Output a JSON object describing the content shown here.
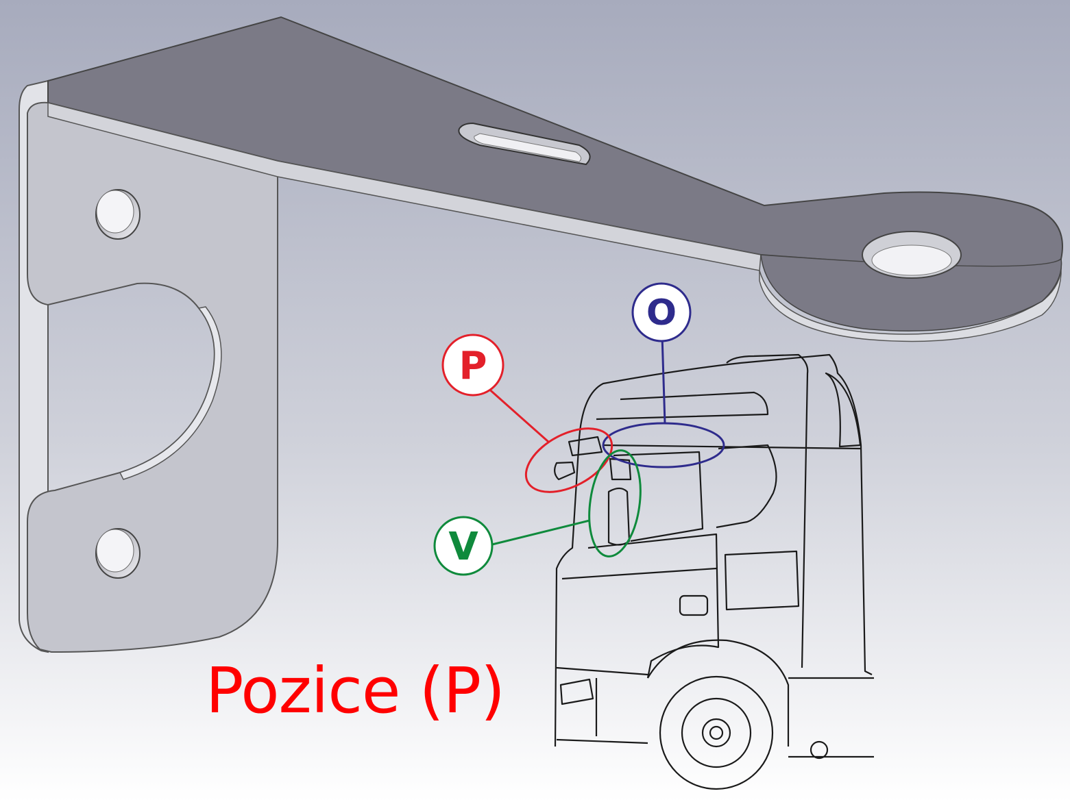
{
  "caption": "Pozice (P)",
  "markers": {
    "p": {
      "letter": "P",
      "color": "#e3202a"
    },
    "o": {
      "letter": "O",
      "color": "#2e2b8c"
    },
    "v": {
      "letter": "V",
      "color": "#0f8a3c"
    }
  },
  "colors": {
    "background_top": "#a7abbd",
    "background_bottom": "#ffffff",
    "bracket_face": "#c4c5cd",
    "bracket_top_face": "#7b7a86",
    "bracket_edge": "#d9dae0",
    "caption": "#ff0000",
    "truck_line": "#1a1a1a"
  }
}
